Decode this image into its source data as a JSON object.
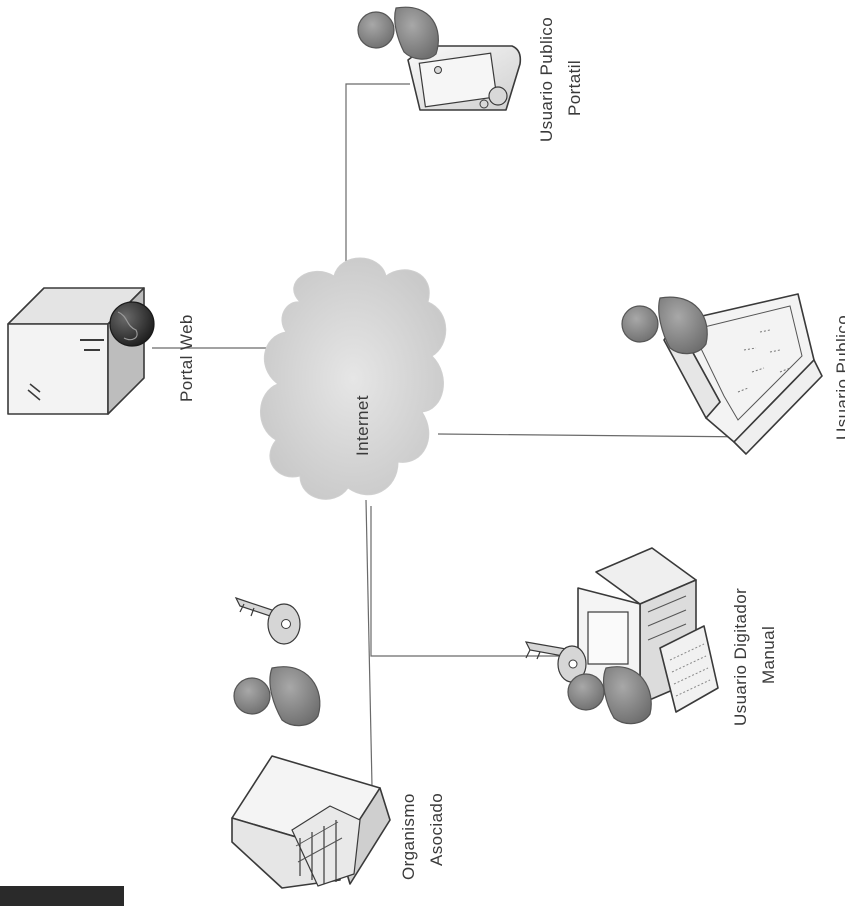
{
  "nodes": {
    "internet": {
      "label": "Internet"
    },
    "portal_web": {
      "label": "Portal Web"
    },
    "usuario_publico_portatil": {
      "line1": "Usuario Publico",
      "line2": "Portatil"
    },
    "usuario_publico": {
      "label": "Usuario Publico"
    },
    "usuario_digitador_manual": {
      "line1": "Usuario Digitador",
      "line2": "Manual"
    },
    "organismo_asociado": {
      "line1": "Organismo",
      "line2": "Asociado"
    }
  },
  "icons": {
    "cloud": "cloud-icon",
    "server": "server-globe-icon",
    "handheld": "handheld-device-icon",
    "laptop": "laptop-icon",
    "desktop": "desktop-computer-icon",
    "building": "office-building-icon",
    "person": "person-icon",
    "key": "key-icon"
  },
  "colors": {
    "background": "#ffffff",
    "line": "#6a6a6a",
    "outline": "#3a3a3a",
    "person": "#8c8c8c",
    "cloud": "#d9d9d9",
    "device_fill": "#f2f2f2",
    "device_shade": "#cfcfcf",
    "globe": "#333333"
  }
}
